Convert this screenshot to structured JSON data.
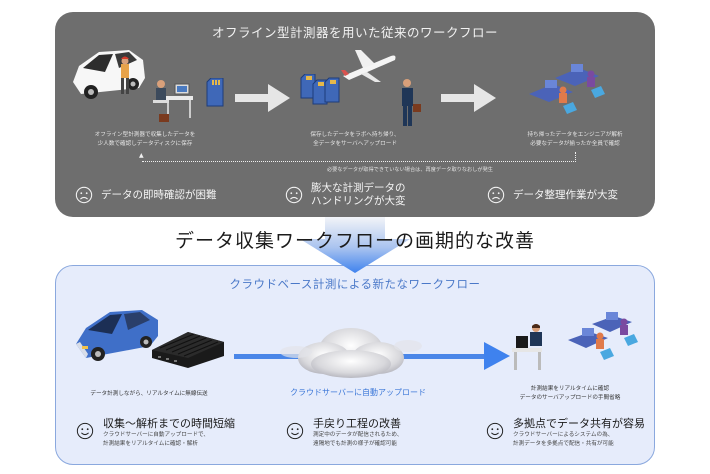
{
  "old_workflow": {
    "title": "オフライン型計測器を用いた従来のワークフロー",
    "steps": [
      {
        "caption_lines": [
          "オフライン型計測器で収集したデータを",
          "少人数で確認しデータディスクに保存"
        ]
      },
      {
        "caption_lines": [
          "保存したデータをラボへ持ち帰り、",
          "全データをサーバへアップロード"
        ]
      },
      {
        "caption_lines": [
          "持ち帰ったデータをエンジニアが解析",
          "必要なデータが揃ったか全員で確認"
        ]
      }
    ],
    "loop_note": "必要なデータが取得できていない場合は、再度データ取りなおしが発生",
    "issues": [
      {
        "icon": "sad-face-icon",
        "lines": [
          "データの即時確認が困難"
        ]
      },
      {
        "icon": "sad-face-icon",
        "lines": [
          "膨大な計測データの",
          "ハンドリングが大変"
        ]
      },
      {
        "icon": "sad-face-icon",
        "lines": [
          "データ整理作業が大変"
        ]
      }
    ]
  },
  "headline": "データ収集ワークフローの画期的な改善",
  "new_workflow": {
    "title": "クラウドベース計測による新たなワークフロー",
    "steps": [
      {
        "caption_lines": [
          "データ計測しながら、リアルタイムに無線伝送"
        ]
      },
      {
        "caption_lines": [
          "計測結果をリアルタイムに確認",
          "データのサーバアップロードの手間省略"
        ]
      }
    ],
    "cloud_label": "クラウドサーバーに自動アップロード",
    "benefits": [
      {
        "icon": "smile-face-icon",
        "title": "収集～解析までの時間短縮",
        "desc_lines": [
          "クラウドサーバーに自動アップロードで、",
          "計測結果をリアルタイムに確認・解析"
        ]
      },
      {
        "icon": "smile-face-icon",
        "title": "手戻り工程の改善",
        "desc_lines": [
          "測定中のデータが配信されるため、",
          "遠隔地でも計測の様子が確認可能"
        ]
      },
      {
        "icon": "smile-face-icon",
        "title": "多拠点でデータ共有が容易",
        "desc_lines": [
          "クラウドサーバーによるシステムの為、",
          "計測データを多拠点で配信・共有が可能"
        ]
      }
    ]
  },
  "colors": {
    "old_panel_bg": "#6e6e6e",
    "new_panel_bg": "#e6ecfb",
    "new_panel_border": "#8aa8de",
    "accent_blue": "#3d78d8",
    "arrow_blue": "#4a86e8"
  }
}
